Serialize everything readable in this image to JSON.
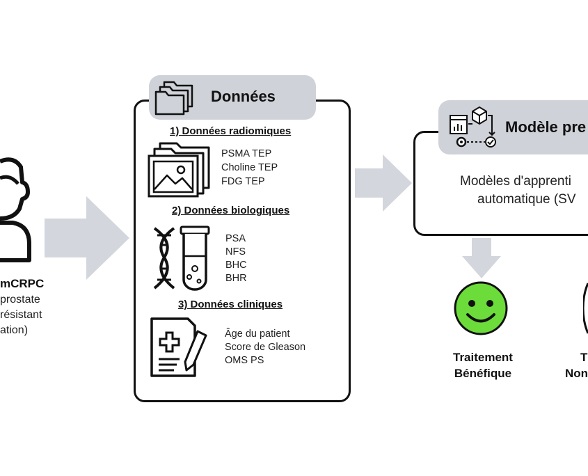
{
  "patient": {
    "title": "mCRPC",
    "lines": [
      "prostate",
      "résistant",
      "ation)"
    ]
  },
  "data_panel": {
    "header": "Données",
    "sections": [
      {
        "title": "1) Données radiomiques",
        "items": [
          "PSMA TEP",
          "Choline TEP",
          "FDG TEP"
        ]
      },
      {
        "title": "2) Données biologiques",
        "items": [
          "PSA",
          "NFS",
          "BHC",
          "BHR"
        ]
      },
      {
        "title": "3) Données cliniques",
        "items": [
          "Âge du patient",
          "Score de Gleason",
          "OMS PS"
        ]
      }
    ]
  },
  "model_panel": {
    "header": "Modèle pre",
    "desc_line1": "Modèles d'apprenti",
    "desc_line2": "automatique (SV"
  },
  "outcomes": {
    "beneficial_line1": "Traitement",
    "beneficial_line2": "Bénéfique",
    "nonbeneficial_line1": "T",
    "nonbeneficial_line2": "Non"
  },
  "colors": {
    "arrow": "#d3d6dc",
    "header_bg": "#cfd2d8",
    "smiley": "#6cdc3a",
    "outline": "#111111"
  }
}
